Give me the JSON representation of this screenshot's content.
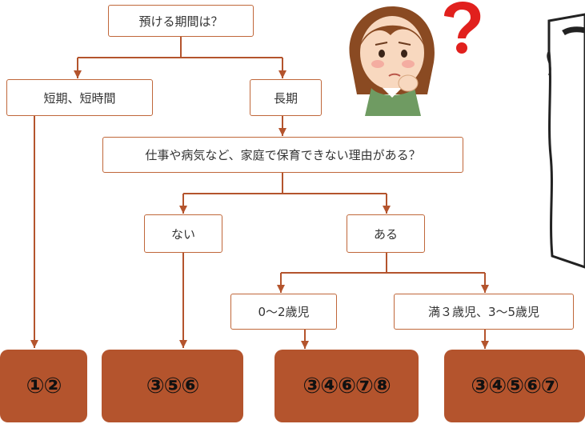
{
  "nodes": {
    "period": "預ける期間は？",
    "short": "短期、短時間",
    "long": "長期",
    "reason": "仕事や病気など、家庭で保育できない理由がある？",
    "no": "ない",
    "yes": "ある",
    "age_0_2": "0～2歳児",
    "age_3_5": "満３歳児、3～5歳児"
  },
  "results": {
    "r1": "①②",
    "r2": "③⑤⑥",
    "r3": "③④⑥⑦⑧",
    "r4": "③④⑤⑥⑦"
  },
  "colors": {
    "accent": "#b4542d",
    "border": "#c0673a"
  }
}
